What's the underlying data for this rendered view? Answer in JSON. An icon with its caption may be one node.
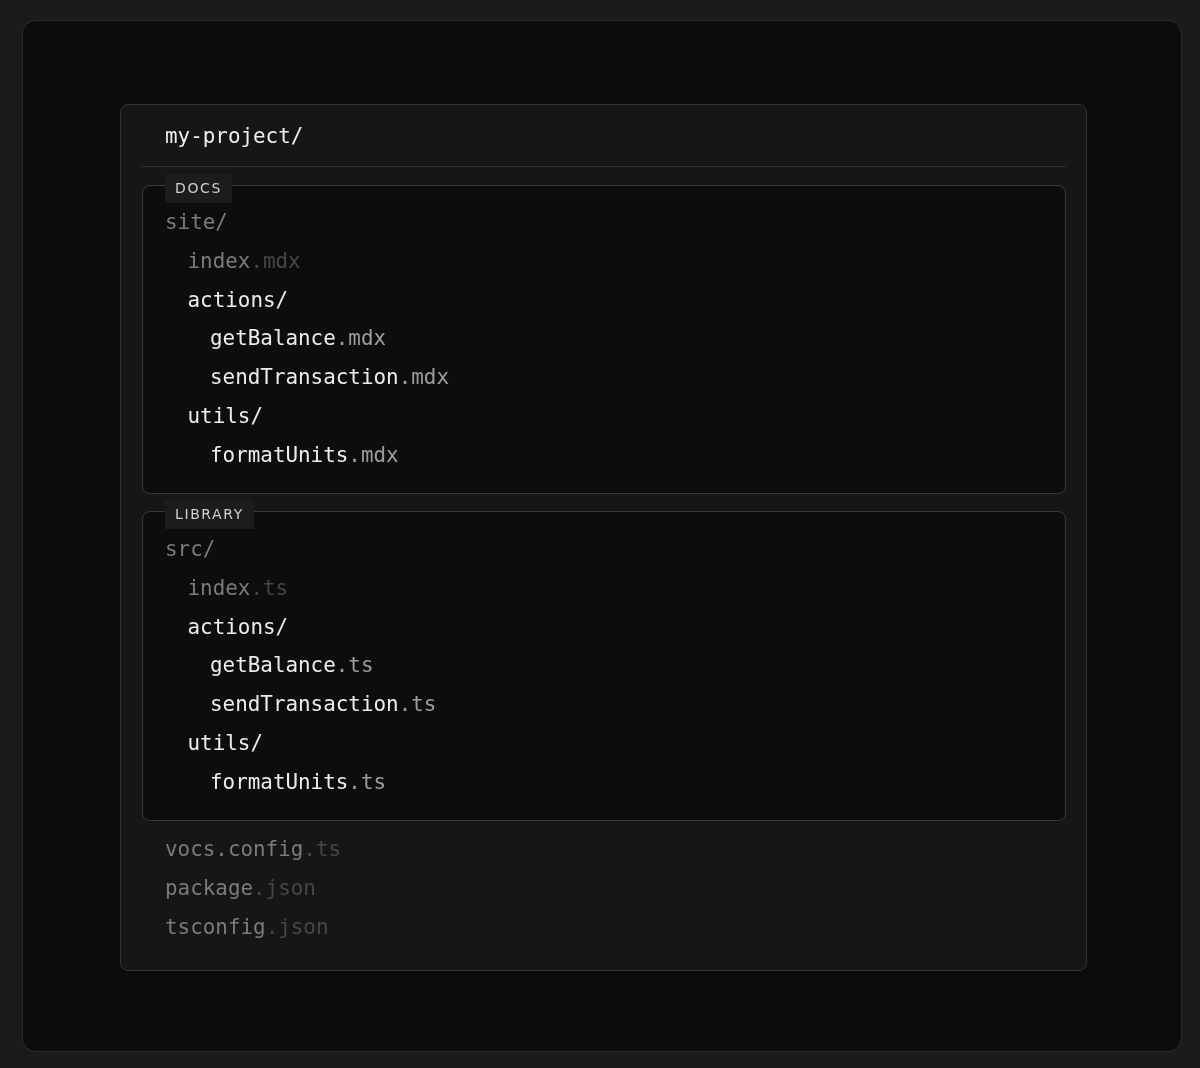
{
  "diagram": {
    "nodes": [
      {
        "text": [
          "my-project/",
          "vocs.config.ts",
          "package.json",
          "tsconfig.json"
        ]
      },
      {
        "text": [
          "DOCS",
          "site/",
          "index.mdx",
          "actions/",
          "getBalance.mdx",
          "sendTransaction.mdx",
          "utils/",
          "formatUnits.mdx"
        ],
        "in": 0
      },
      {
        "text": [
          "LIBRARY",
          "src/",
          "index.ts",
          "actions/",
          "getBalance.ts",
          "sendTransaction.ts",
          "utils/",
          "formatUnits.ts"
        ],
        "in": 0
      }
    ]
  }
}
